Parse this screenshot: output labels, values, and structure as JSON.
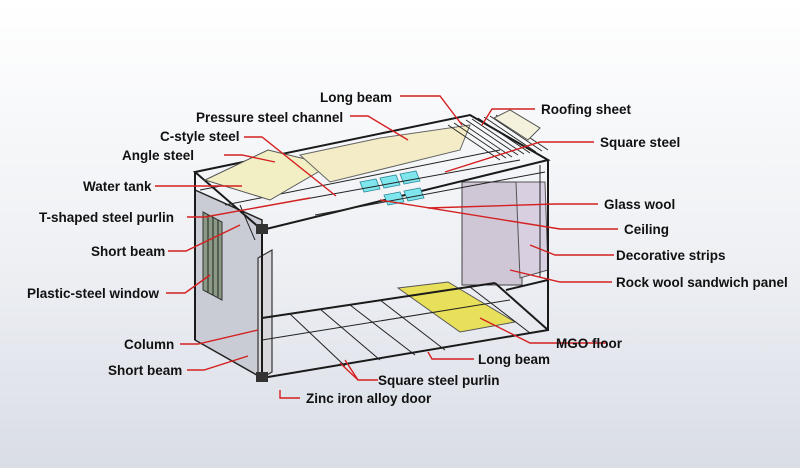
{
  "labels": {
    "long_beam_top": "Long beam",
    "roofing_sheet": "Roofing sheet",
    "pressure_steel_channel": "Pressure steel channel",
    "c_style_steel": "C-style steel",
    "square_steel": "Square steel",
    "angle_steel": "Angle steel",
    "water_tank": "Water tank",
    "glass_wool": "Glass  wool",
    "t_shaped_purlin": "T-shaped steel purlin",
    "ceiling": "Ceiling",
    "short_beam_top": "Short beam",
    "decorative_strips": "Decorative strips",
    "rock_wool_panel": "Rock wool sandwich panel",
    "plastic_steel_window": "Plastic-steel window",
    "column": "Column",
    "mgo_floor": "MGO floor",
    "short_beam_bottom": "Short beam",
    "long_beam_bottom": "Long beam",
    "square_steel_purlin": "Square steel purlin",
    "zinc_iron_door": "Zinc iron alloy door"
  },
  "colors": {
    "leader": "#d42020",
    "frame": "#1a1a1a",
    "mgo_floor": "#e8e05a",
    "water_tank": "#f2efc4",
    "glass_wool": "#7fe6ee",
    "rock_wool_panel": "#cfc6d6"
  }
}
